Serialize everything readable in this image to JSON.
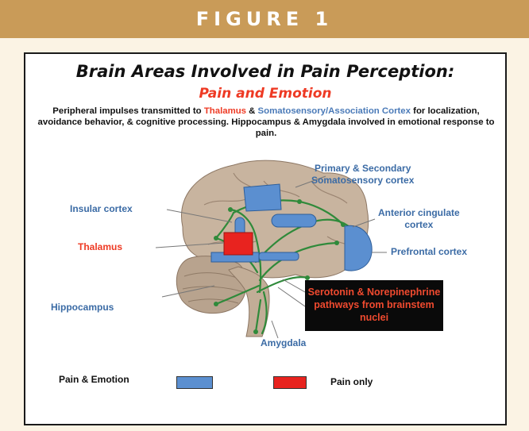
{
  "banner": {
    "label": "FIGURE 1"
  },
  "figure": {
    "title": "Brain Areas Involved in Pain Perception:",
    "subtitle": "Pain and Emotion",
    "intro": {
      "part1": "Peripheral impulses transmitted to ",
      "thalamus": "Thalamus",
      "part2": " & ",
      "cortex": "Somatosensory/Association Cortex",
      "part3": " for localization, avoidance behavior, & cognitive processing. Hippocampus & Amygdala involved in emotional response to pain."
    },
    "labels": {
      "primary_secondary_line1": "Primary & Secondary",
      "primary_secondary_line2": "Somatosensory cortex",
      "insular": "Insular cortex",
      "anterior_cingulate_line1": "Anterior cingulate",
      "anterior_cingulate_line2": "cortex",
      "thalamus": "Thalamus",
      "prefrontal": "Prefrontal cortex",
      "hippocampus": "Hippocampus",
      "amygdala": "Amygdala"
    },
    "callout": {
      "line1": "Serotonin & Norepinephrine",
      "line2": "pathways from  brainstem",
      "line3": "nuclei"
    },
    "legend": {
      "pain_emotion": "Pain & Emotion",
      "pain_only": "Pain only"
    },
    "colors": {
      "banner": "#c99b58",
      "region_blue": "#5b8fd0",
      "region_red": "#e8231f",
      "pathway_green": "#2f8a3a",
      "label_blue": "#3b6ba5",
      "label_red": "#ee3a24"
    }
  }
}
